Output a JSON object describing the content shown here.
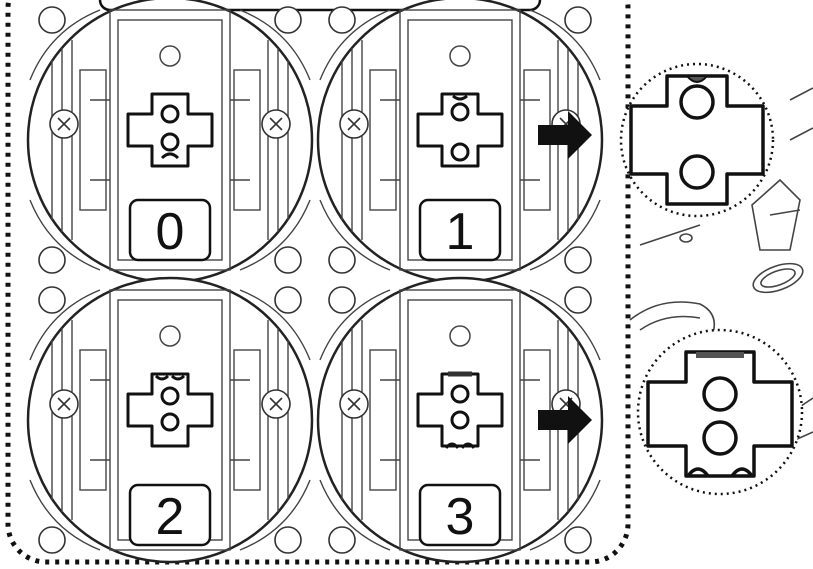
{
  "diagram": {
    "steps": [
      {
        "label": "0",
        "plate_state": "neutral"
      },
      {
        "label": "1",
        "plate_state": "raised-one"
      },
      {
        "label": "2",
        "plate_state": "two-holes-with-bumps"
      },
      {
        "label": "3",
        "plate_state": "two-holes-lowered"
      }
    ],
    "callouts": [
      {
        "refers_to_step": "1",
        "arrow": "arrow-right-icon"
      },
      {
        "refers_to_step": "3",
        "arrow": "arrow-right-icon"
      }
    ],
    "colors": {
      "ink": "#111111",
      "line": "#333333",
      "paper": "#ffffff",
      "marker": "#555555"
    }
  }
}
